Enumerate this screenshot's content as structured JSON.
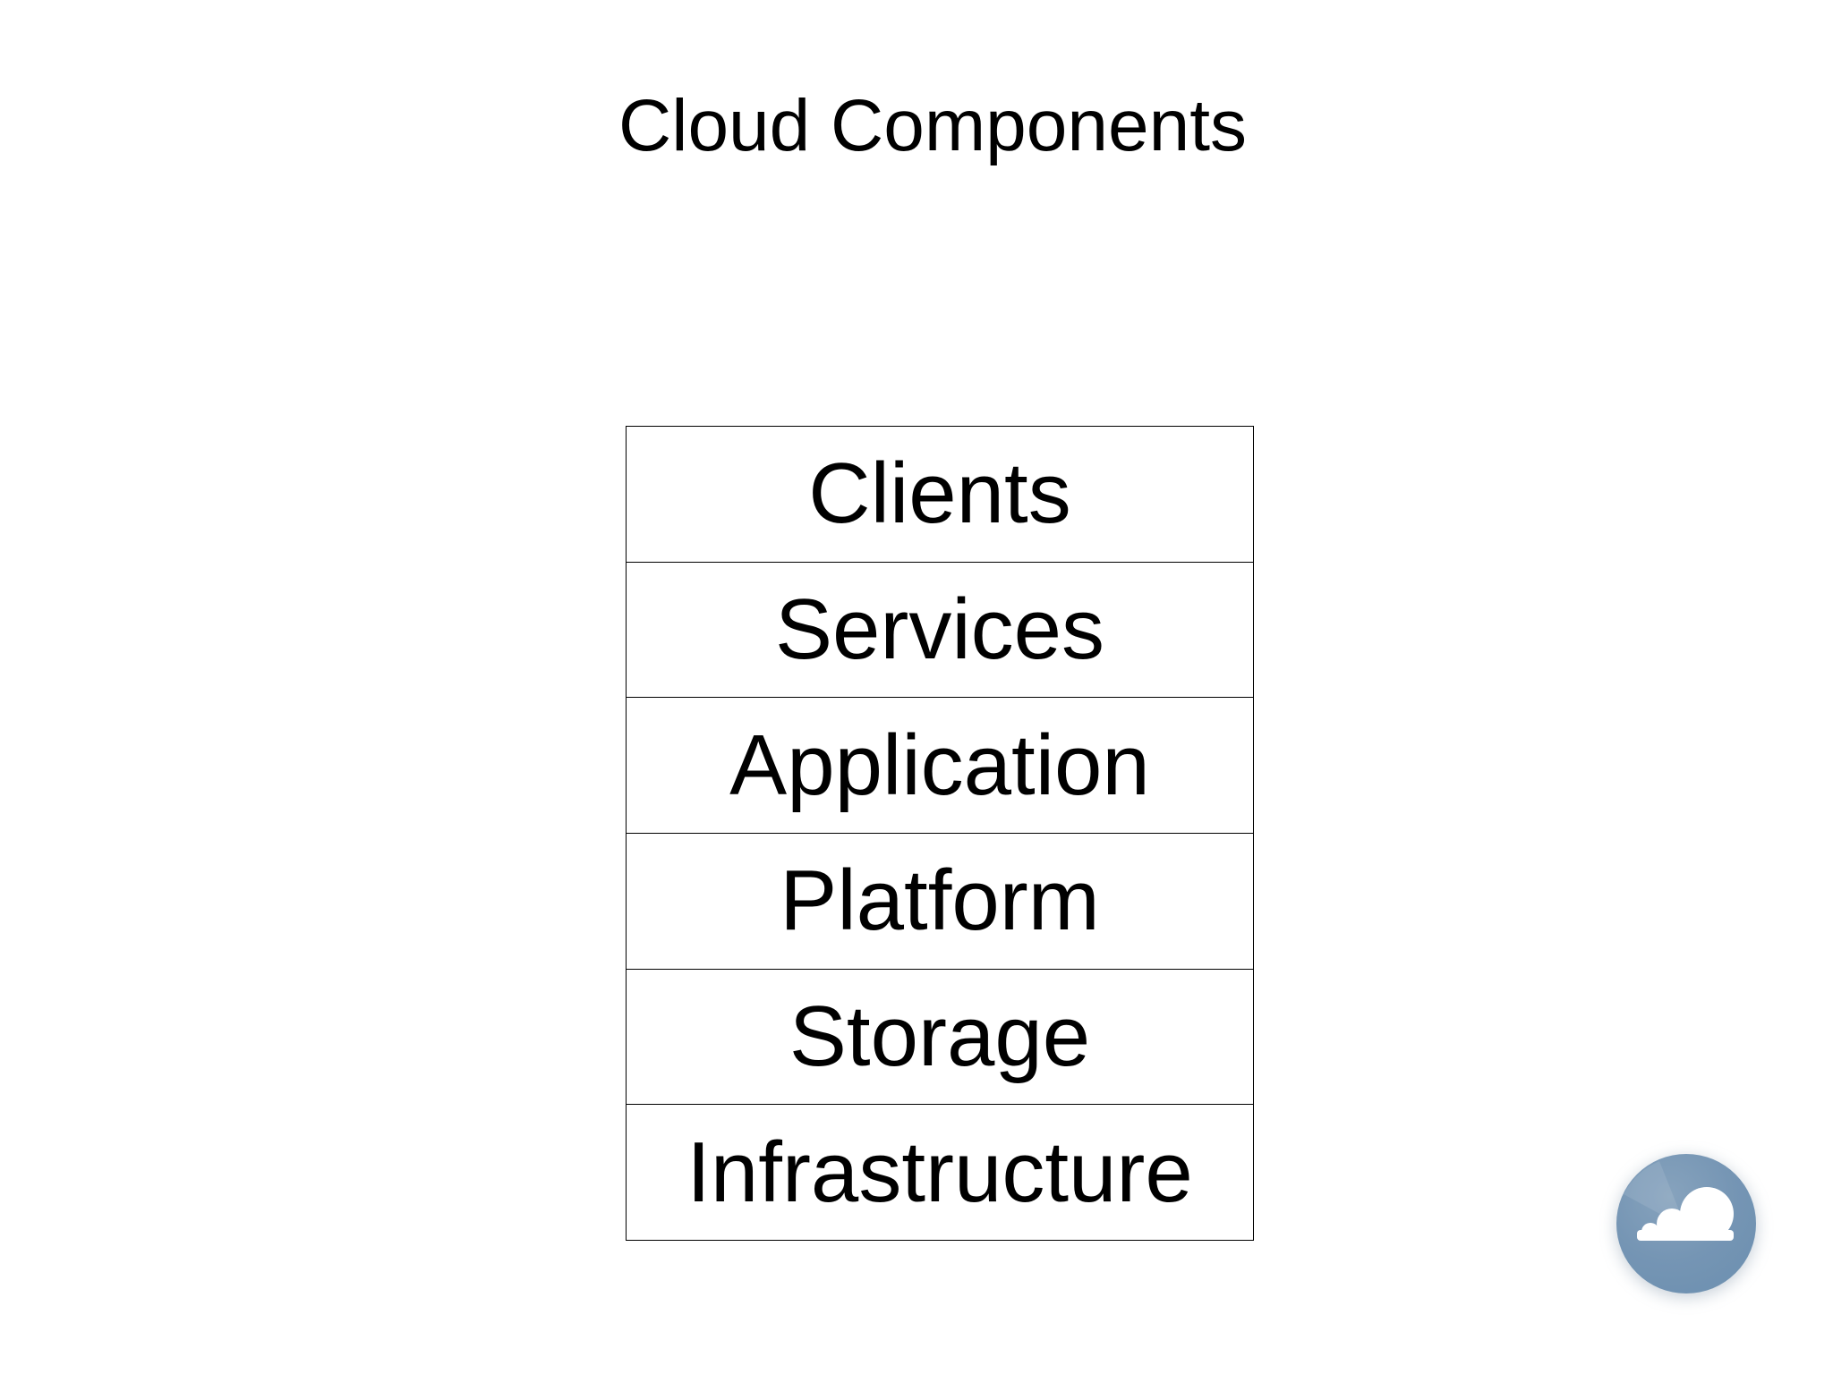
{
  "page": {
    "title": "Cloud Components",
    "background": "#ffffff"
  },
  "diagram": {
    "type": "stack",
    "border_color": "#000000",
    "fill_color": "#ffffff",
    "text_color": "#000000",
    "layers": [
      {
        "label": "Clients"
      },
      {
        "label": "Services"
      },
      {
        "label": "Application"
      },
      {
        "label": "Platform"
      },
      {
        "label": "Storage"
      },
      {
        "label": "Infrastructure"
      }
    ]
  },
  "badge": {
    "icon": "cloud-icon",
    "circle_color": "#7595b4",
    "circle_highlight_color": "#87a3bd",
    "circle_edge_color": "#6d90b0",
    "cloud_color": "#ffffff"
  }
}
